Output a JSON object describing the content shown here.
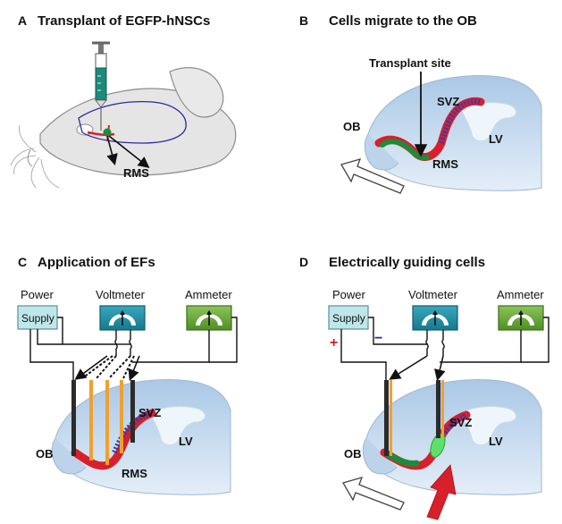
{
  "panels": {
    "a": {
      "letter": "A",
      "title": "Transplant of EGFP-hNSCs",
      "rms_label": "RMS"
    },
    "b": {
      "letter": "B",
      "title": "Cells migrate to the OB",
      "transplant_site_label": "Transplant site",
      "svz_label": "SVZ",
      "lv_label": "LV",
      "ob_label": "OB",
      "rms_label": "RMS"
    },
    "c": {
      "letter": "C",
      "title": "Application of EFs",
      "power_label": "Power",
      "supply_label": "Supply",
      "voltmeter_label": "Voltmeter",
      "ammeter_label": "Ammeter",
      "svz_label": "SVZ",
      "lv_label": "LV",
      "ob_label": "OB",
      "rms_label": "RMS"
    },
    "d": {
      "letter": "D",
      "title": "Electrically guiding cells",
      "power_label": "Power",
      "supply_label": "Supply",
      "voltmeter_label": "Voltmeter",
      "ammeter_label": "Ammeter",
      "plus_sign": "+",
      "minus_sign": "−",
      "svz_label": "SVZ",
      "lv_label": "LV",
      "ob_label": "OB"
    }
  },
  "colors": {
    "brain_fill": "#c9dcef",
    "ventricle_fill": "#eef6fb",
    "rms_red": "#d8202a",
    "svz_blue": "#3a3aa8",
    "cell_green": "#1f8a3a",
    "cell_light_green": "#5fe06a",
    "electrode_dark": "#2b2b2b",
    "electrode_orange": "#f0a030",
    "supply_fill": "#bfe6ea",
    "voltmeter_fill": "#1f8fa6",
    "ammeter_fill": "#6fae3a",
    "syringe_teal": "#1d8a7a"
  },
  "icons": [
    "syringe-icon",
    "migration-arrow-icon",
    "voltmeter-dial-icon",
    "ammeter-dial-icon",
    "guidance-arrow-icon"
  ]
}
